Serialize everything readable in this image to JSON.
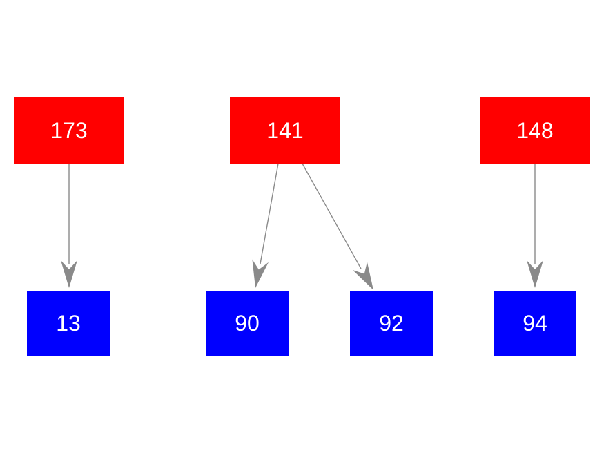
{
  "diagram": {
    "type": "graph",
    "background": "#ffffff",
    "colors": {
      "parent_fill": "#ff0000",
      "child_fill": "#0000ff",
      "edge": "#8a8a8a",
      "node_text": "#ffffff"
    },
    "nodes": [
      {
        "id": "173",
        "label": "173",
        "role": "parent"
      },
      {
        "id": "141",
        "label": "141",
        "role": "parent"
      },
      {
        "id": "148",
        "label": "148",
        "role": "parent"
      },
      {
        "id": "13",
        "label": "13",
        "role": "child"
      },
      {
        "id": "90",
        "label": "90",
        "role": "child"
      },
      {
        "id": "92",
        "label": "92",
        "role": "child"
      },
      {
        "id": "94",
        "label": "94",
        "role": "child"
      }
    ],
    "edges": [
      {
        "from": "173",
        "to": "13"
      },
      {
        "from": "141",
        "to": "90"
      },
      {
        "from": "141",
        "to": "92"
      },
      {
        "from": "148",
        "to": "94"
      }
    ]
  }
}
